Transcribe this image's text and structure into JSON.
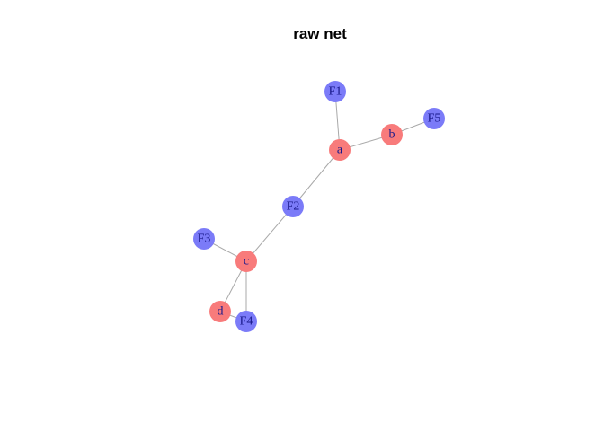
{
  "title": "raw net",
  "colors": {
    "type_lowercase": "#f87b7b",
    "type_uppercase": "#7b7bf8",
    "edge": "#a9a9a9",
    "label": "#1a1a8c"
  },
  "nodes": [
    {
      "id": "F1",
      "label": "F1",
      "group": "type_uppercase"
    },
    {
      "id": "F5",
      "label": "F5",
      "group": "type_uppercase"
    },
    {
      "id": "b",
      "label": "b",
      "group": "type_lowercase"
    },
    {
      "id": "a",
      "label": "a",
      "group": "type_lowercase"
    },
    {
      "id": "F2",
      "label": "F2",
      "group": "type_uppercase"
    },
    {
      "id": "F3",
      "label": "F3",
      "group": "type_uppercase"
    },
    {
      "id": "c",
      "label": "c",
      "group": "type_lowercase"
    },
    {
      "id": "d",
      "label": "d",
      "group": "type_lowercase"
    },
    {
      "id": "F4",
      "label": "F4",
      "group": "type_uppercase"
    }
  ],
  "edges": [
    {
      "source": "F1",
      "target": "a"
    },
    {
      "source": "a",
      "target": "b"
    },
    {
      "source": "b",
      "target": "F5"
    },
    {
      "source": "a",
      "target": "F2"
    },
    {
      "source": "F2",
      "target": "c"
    },
    {
      "source": "F3",
      "target": "c"
    },
    {
      "source": "c",
      "target": "d"
    },
    {
      "source": "c",
      "target": "F4"
    },
    {
      "source": "d",
      "target": "F4"
    }
  ]
}
